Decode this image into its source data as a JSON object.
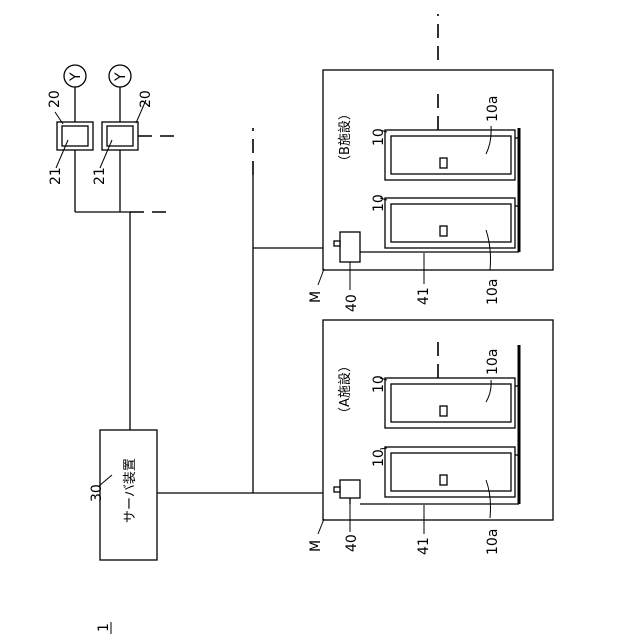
{
  "figure_number": "1",
  "server": {
    "ref": "30",
    "label": "サーバ装置"
  },
  "terminals": [
    {
      "ref": "20",
      "screen_ref": "21",
      "user_symbol": "Y"
    },
    {
      "ref": "20",
      "screen_ref": "21",
      "user_symbol": "Y"
    }
  ],
  "facilities": [
    {
      "name": "（A施設）",
      "facility_ref": "M",
      "controller_ref": "40",
      "bus_ref": "41",
      "machines": [
        {
          "ref": "10",
          "product_ref": "10a"
        },
        {
          "ref": "10",
          "product_ref": "10a"
        }
      ]
    },
    {
      "name": "（B施設）",
      "facility_ref": "M",
      "controller_ref": "40",
      "bus_ref": "41",
      "machines": [
        {
          "ref": "10",
          "product_ref": "10a"
        },
        {
          "ref": "10",
          "product_ref": "10a"
        }
      ]
    }
  ]
}
